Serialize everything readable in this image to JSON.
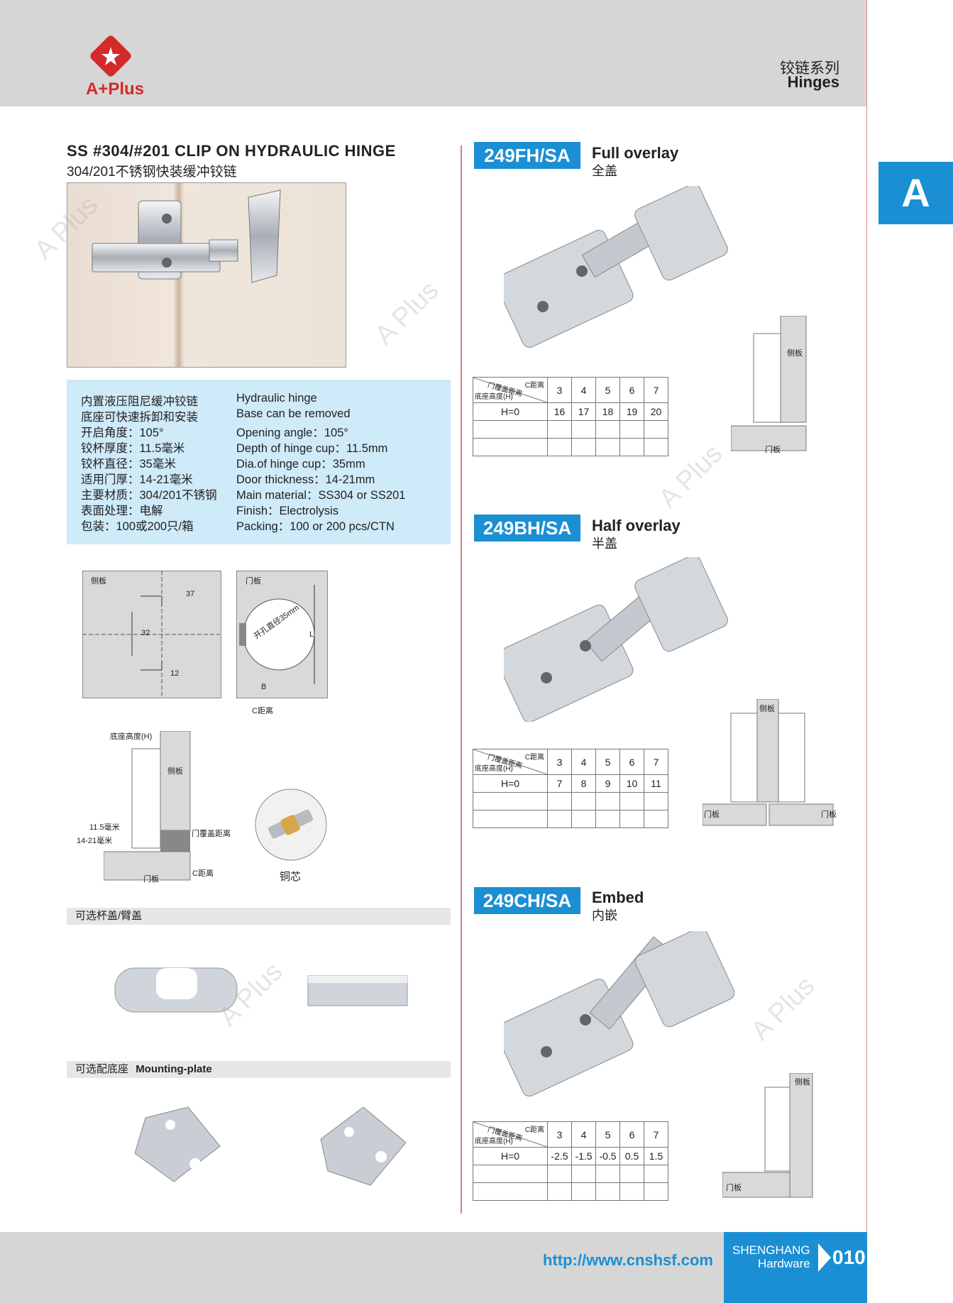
{
  "header": {
    "logo_text": "A+Plus",
    "series_cn": "铰链系列",
    "series_en": "Hinges",
    "tab_letter": "A"
  },
  "product": {
    "title_en": "SS #304/#201 CLIP ON HYDRAULIC HINGE",
    "title_cn": "304/201不锈钢快装缓冲铰链",
    "specs_cn": [
      "内置液压阻尼缓冲铰链",
      "底座可快速拆卸和安装",
      "开启角度：105°",
      "铰杯厚度：11.5毫米",
      "铰杯直径：35毫米",
      "适用门厚：14-21毫米",
      "主要材质：304/201不锈钢",
      "表面处理：电解",
      "包装：100或200只/箱"
    ],
    "specs_en": [
      "Hydraulic hinge",
      "Base can be removed",
      "Opening angle：105°",
      "Depth of hinge cup：11.5mm",
      "Dia.of hinge cup：35mm",
      "Door thickness：14-21mm",
      "Main material：SS304 or SS201",
      "Finish：Electrolysis",
      "Packing：100 or 200 pcs/CTN"
    ]
  },
  "drawing": {
    "side_panel": "侧板",
    "door_panel": "门板",
    "dim_37": "37",
    "dim_32": "32",
    "dim_12": "12",
    "hole_label": "开孔直径35mm",
    "dim_L": "L",
    "dim_B": "B",
    "c_distance": "C距离",
    "base_height": "底座高度(H)",
    "side_panel2": "侧板",
    "cup_depth": "11.5毫米",
    "door_thickness": "14-21毫米",
    "door_cover": "门覆盖距离",
    "door_panel2": "门板",
    "c_distance2": "C距离",
    "copper_core": "铜芯"
  },
  "sections": {
    "caps": "可选杯盖/臂盖",
    "plate_cn": "可选配底座",
    "plate_en": "Mounting-plate"
  },
  "models": [
    {
      "code": "249FH/SA",
      "name_en": "Full overlay",
      "name_cn": "全盖",
      "table_c_label": "C距离",
      "table_cover_label": "门覆盖距离",
      "table_h_label": "底座高度(H)",
      "c_values": [
        "3",
        "4",
        "5",
        "6",
        "7"
      ],
      "row_label": "H=0",
      "row_values": [
        "16",
        "17",
        "18",
        "19",
        "20"
      ],
      "diagram_labels": [
        "侧板",
        "门板"
      ]
    },
    {
      "code": "249BH/SA",
      "name_en": "Half overlay",
      "name_cn": "半盖",
      "table_c_label": "C距离",
      "table_cover_label": "门覆盖距离",
      "table_h_label": "底座高度(H)",
      "c_values": [
        "3",
        "4",
        "5",
        "6",
        "7"
      ],
      "row_label": "H=0",
      "row_values": [
        "7",
        "8",
        "9",
        "10",
        "11"
      ],
      "diagram_labels": [
        "侧板",
        "门板",
        "门板"
      ]
    },
    {
      "code": "249CH/SA",
      "name_en": "Embed",
      "name_cn": "内嵌",
      "table_c_label": "C距离",
      "table_cover_label": "门覆盖距离",
      "table_h_label": "底座高度(H)",
      "c_values": [
        "3",
        "4",
        "5",
        "6",
        "7"
      ],
      "row_label": "H=0",
      "row_values": [
        "-2.5",
        "-1.5",
        "-0.5",
        "0.5",
        "1.5"
      ],
      "diagram_labels": [
        "侧板",
        "门板"
      ]
    }
  ],
  "footer": {
    "url": "http://www.cnshsf.com",
    "brand1": "SHENGHANG",
    "brand2": "Hardware",
    "page": "010"
  },
  "colors": {
    "accent": "#1a8fd4",
    "spec_bg": "#cfeaf8",
    "header_bg": "#d6d6d6",
    "logo_red": "#d42a2a"
  }
}
